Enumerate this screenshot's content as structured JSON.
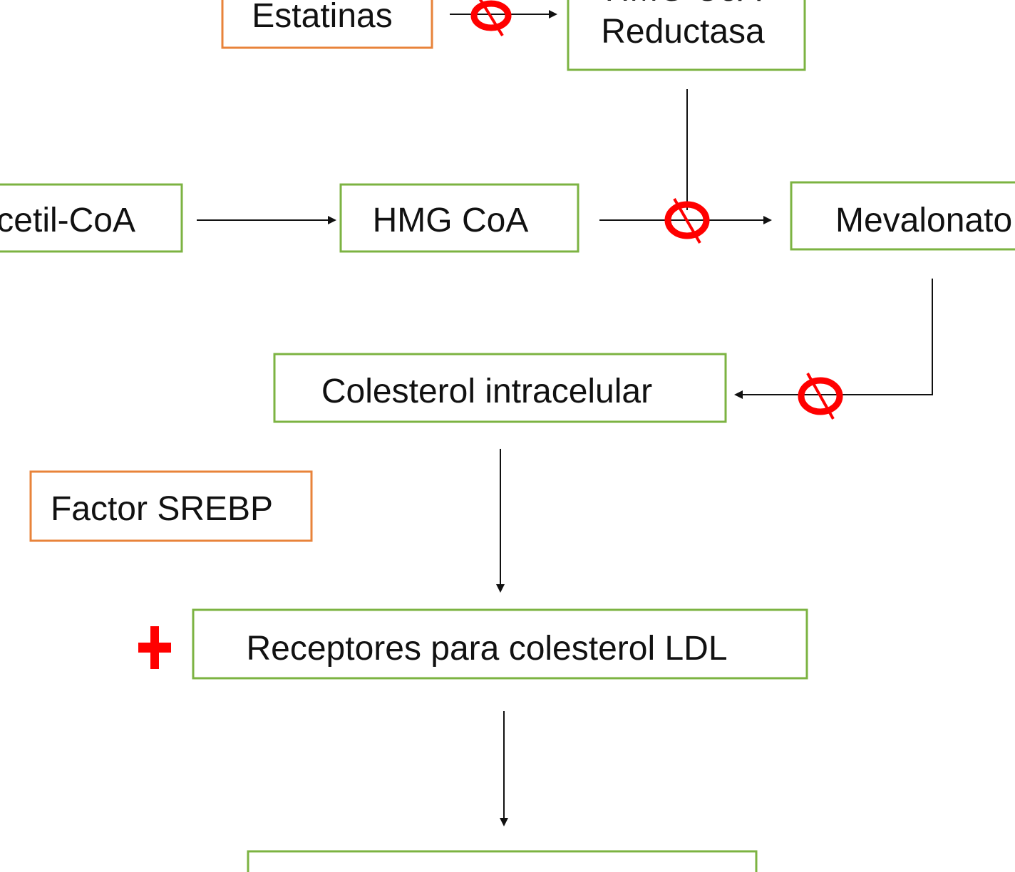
{
  "diagram": {
    "nodes": {
      "estatinas": "Estatinas",
      "hmg_reductasa_line1": "HMG CoA",
      "hmg_reductasa_line2": "Reductasa",
      "acetil_coa": "Acetil-CoA",
      "hmg_coa": "HMG CoA",
      "mevalonato": "Mevalonato",
      "colesterol_intracelular": "Colesterol intracelular",
      "factor_srebp": "Factor SREBP",
      "receptores_ldl": "Receptores para colesterol LDL",
      "bottom_node": ""
    },
    "colors": {
      "green_border": "#7cb342",
      "orange_border": "#e8833a",
      "inhibition": "#ff0000",
      "edge": "#111111",
      "text": "#111111"
    },
    "symbols": {
      "inhibition": "inhibition-symbol-icon",
      "stimulation": "plus-icon"
    }
  }
}
